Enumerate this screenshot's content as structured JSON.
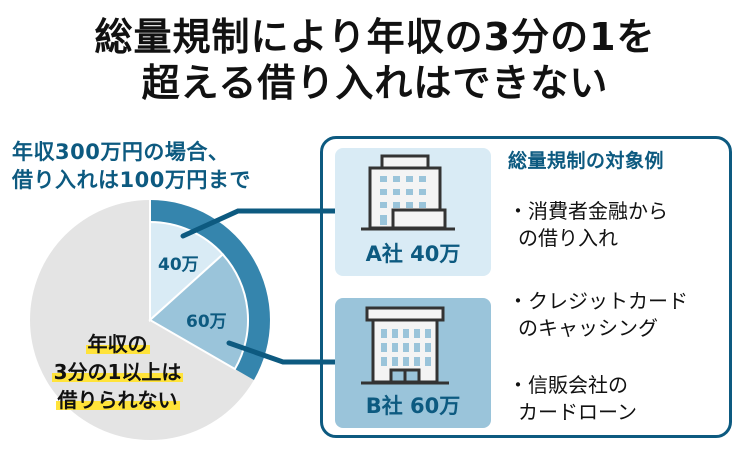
{
  "title": {
    "line1": "総量規制により年収の3分の1を",
    "line2": "超える借り入れはできない"
  },
  "subtitle": {
    "line1": "年収300万円の場合、",
    "line2": "借り入れは100万円まで"
  },
  "chart_data": {
    "type": "pie",
    "title": "年収300万円の場合、借り入れは100万円まで",
    "total_label": "年収300万円",
    "slices": [
      {
        "label": "A社",
        "value": 40,
        "display": "40万",
        "color": "#d9ebf5"
      },
      {
        "label": "B社",
        "value": 60,
        "display": "60万",
        "color": "#9ac4da"
      },
      {
        "label": "借りられない部分",
        "value": 200,
        "display": "",
        "color": "#e4e4e4"
      }
    ],
    "borrowable_limit": {
      "value": 100,
      "unit": "万円",
      "ring_color": "#3585ad"
    },
    "annotation": [
      "年収の",
      "3分の1以上は",
      "借りられない"
    ]
  },
  "pie": {
    "label_a": "40万",
    "label_b": "60万",
    "warning": [
      "年収の",
      "3分の1以上は",
      "借りられない"
    ]
  },
  "cards": [
    {
      "label": "A社 40万",
      "icon": "office-building-icon"
    },
    {
      "label": "B社 60万",
      "icon": "office-building-icon"
    }
  ],
  "examples": {
    "title": "総量規制の対象例",
    "items": [
      {
        "line1": "・消費者金融から",
        "line2": "の借り入れ"
      },
      {
        "line1": "・クレジットカード",
        "line2": "のキャッシング"
      },
      {
        "line1": "・信販会社の",
        "line2": "カードローン"
      }
    ]
  },
  "colors": {
    "accent": "#0d5a80",
    "ring": "#3585ad",
    "slice_a": "#d9ebf5",
    "slice_b": "#9ac4da",
    "rest": "#e4e4e4",
    "highlight": "#ffe33a"
  }
}
